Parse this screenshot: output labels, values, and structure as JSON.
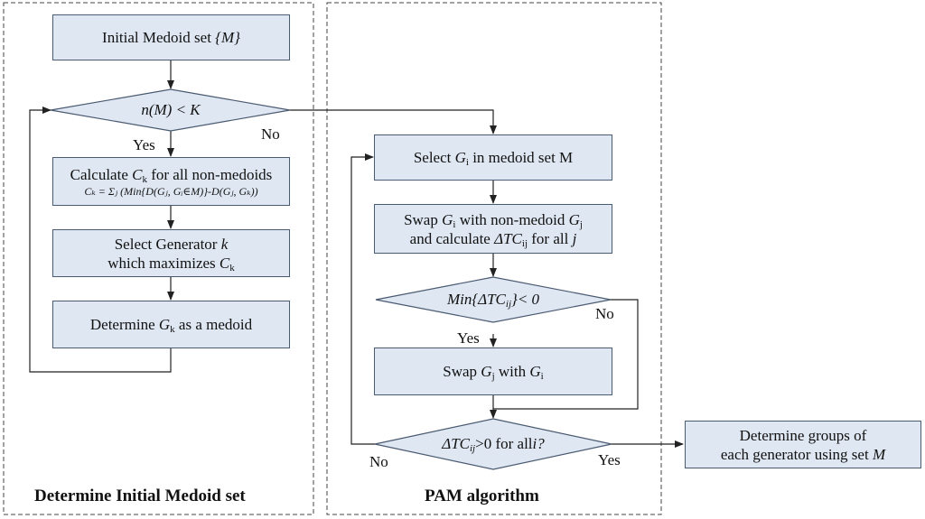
{
  "left_panel": {
    "title": "Determine Initial Medoid set",
    "initial_box": {
      "text": "Initial Medoid set ",
      "var": "{M}"
    },
    "condition": {
      "text": "n(M) < K"
    },
    "yes_label": "Yes",
    "no_label": "No",
    "calc_box": {
      "line1_prefix": "Calculate ",
      "line1_var": "C",
      "line1_sub": "k",
      "line1_suffix": " for all non-medoids",
      "formula": "Cₖ = Σⱼ (Min{D(Gⱼ, Gᵢ∈M)}-D(Gⱼ, Gₖ))"
    },
    "select_box": {
      "line1_prefix": "Select Generator ",
      "line1_var": "k",
      "line2_prefix": "which maximizes ",
      "line2_var": "C",
      "line2_sub": "k"
    },
    "determine_box": {
      "prefix": "Determine ",
      "var": "G",
      "sub": "k",
      "suffix": " as a medoid"
    }
  },
  "right_panel": {
    "title": "PAM algorithm",
    "select_gi_box": {
      "prefix": "Select ",
      "var": "G",
      "sub": "i",
      "suffix": " in medoid set M"
    },
    "swap_calc_box": {
      "l1_a": "Swap ",
      "l1_var1": "G",
      "l1_sub1": "i",
      "l1_b": " with non-medoid ",
      "l1_var2": "G",
      "l1_sub2": "j",
      "l2_a": "and calculate ",
      "l2_var": "ΔTC",
      "l2_sub": "ij",
      "l2_b": " for all ",
      "l2_var2": "j"
    },
    "min_condition": {
      "a": "Min{ΔTC",
      "sub": "ij",
      "b": "}< 0"
    },
    "min_no_label": "No",
    "min_yes_label": "Yes",
    "swap_box": {
      "a": "Swap ",
      "var1": "G",
      "sub1": "j",
      "b": " with ",
      "var2": "G",
      "sub2": "i"
    },
    "final_condition": {
      "a": "ΔTC",
      "sub": "ij",
      "b": ">0 for all ",
      "c": "i?"
    },
    "final_no_label": "No",
    "final_yes_label": "Yes"
  },
  "output_box": {
    "line1": "Determine groups of",
    "line2_prefix": "each generator using set ",
    "line2_var": "M"
  },
  "colors": {
    "box_fill": "#dfe7f2",
    "box_border": "#4a5a70",
    "line": "#222222"
  }
}
